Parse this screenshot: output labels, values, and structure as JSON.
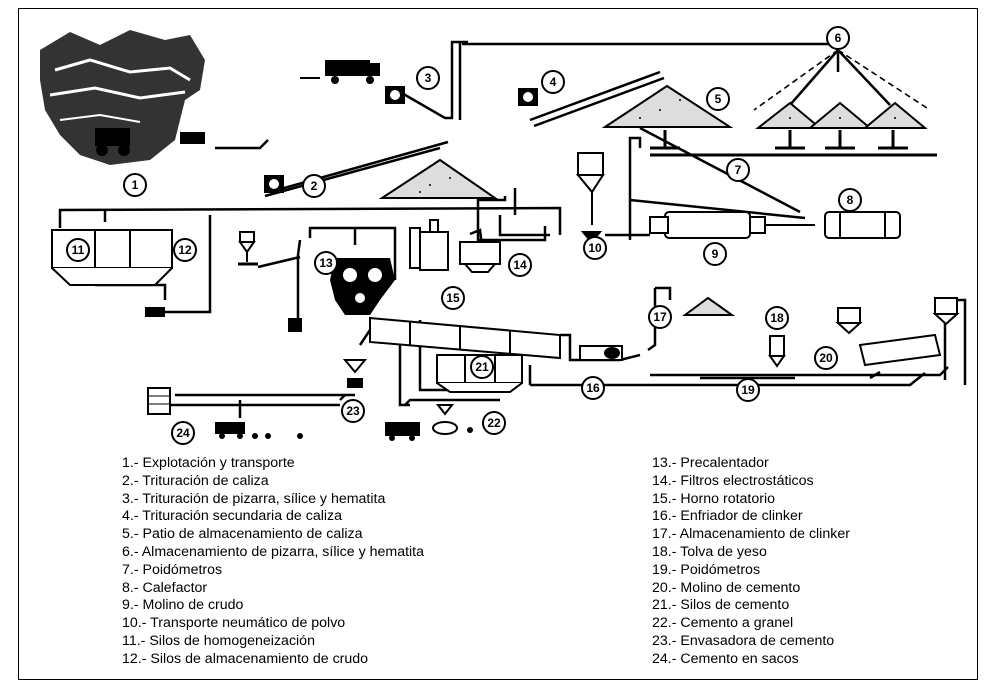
{
  "station_numbers": [
    "1",
    "2",
    "3",
    "4",
    "5",
    "6",
    "7",
    "8",
    "9",
    "10",
    "11",
    "12",
    "13",
    "14",
    "15",
    "16",
    "17",
    "18",
    "19",
    "20",
    "21",
    "22",
    "23",
    "24"
  ],
  "legend_left": [
    "1.- Explotación y transporte",
    "2.- Trituración de caliza",
    "3.- Trituración de pizarra, sílice y hematita",
    "4.- Trituración secundaria de caliza",
    "5.- Patio de almacenamiento de caliza",
    "6.- Almacenamiento de pizarra, sílice y hematita",
    "7.- Poidómetros",
    "8.- Calefactor",
    "9.- Molino de crudo",
    "10.- Transporte neumático de polvo",
    "11.- Silos de homogeneización",
    "12.- Silos de almacenamiento de crudo"
  ],
  "legend_right": [
    "13.- Precalentador",
    "14.- Filtros electrostáticos",
    "15.- Horno rotatorio",
    "16.- Enfriador de clinker",
    "17.- Almacenamiento de clinker",
    "18.- Tolva de yeso",
    "19.- Poidómetros",
    "20.- Molino de cemento",
    "21.- Silos de cemento",
    "22.- Cemento a granel",
    "23.- Envasadora de cemento",
    "24.- Cemento en sacos"
  ]
}
